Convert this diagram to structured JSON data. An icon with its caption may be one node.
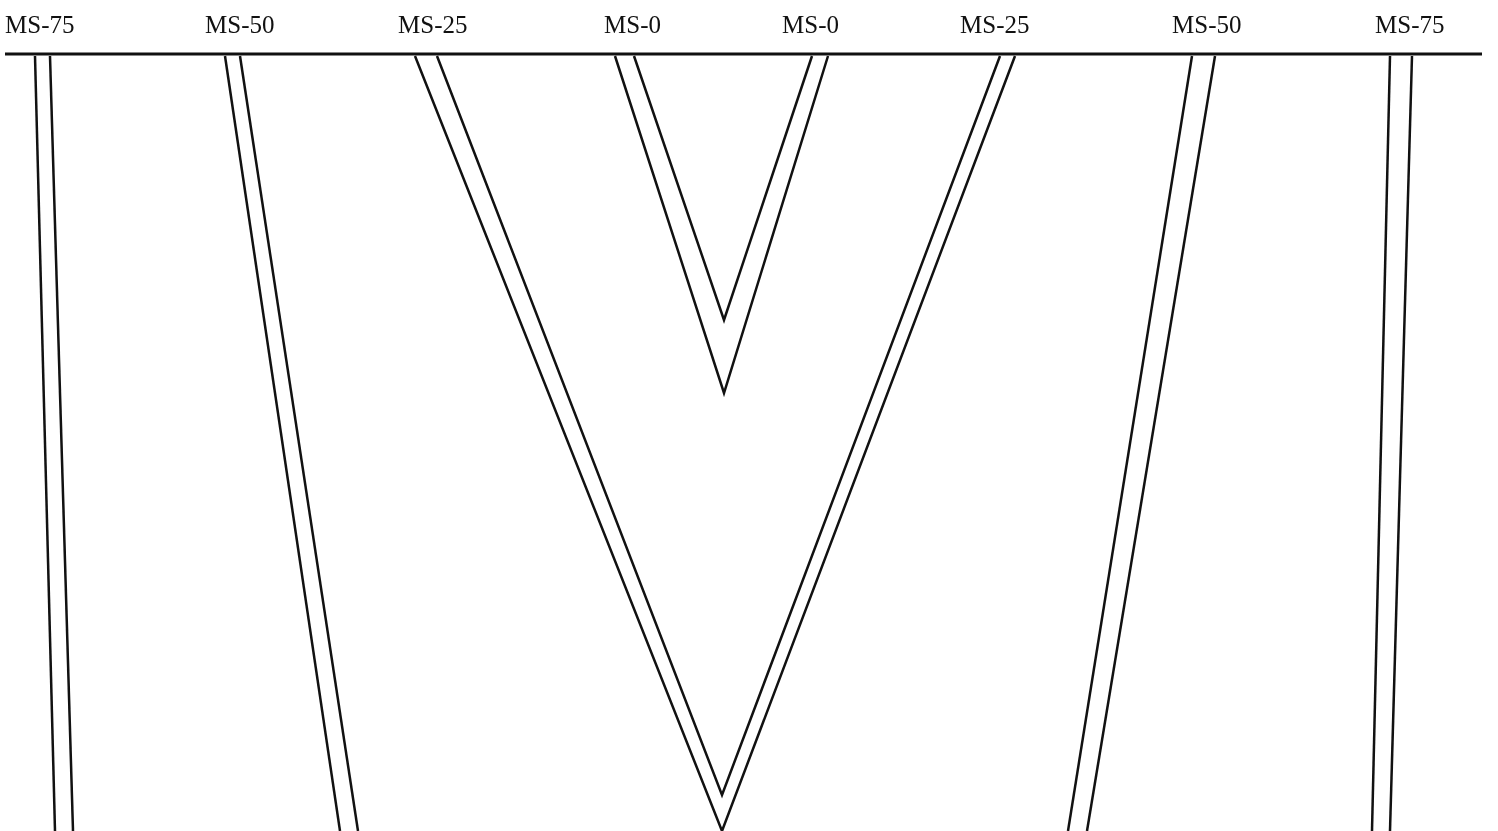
{
  "diagram": {
    "labels": [
      "MS-75",
      "MS-50",
      "MS-25",
      "MS-0",
      "MS-0",
      "MS-25",
      "MS-50",
      "MS-75"
    ]
  }
}
